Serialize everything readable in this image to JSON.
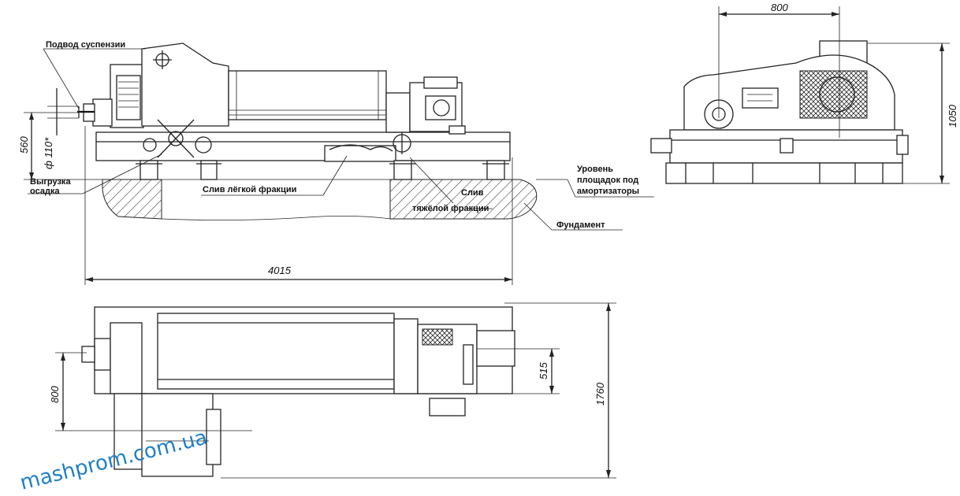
{
  "labels": {
    "suspension_feed": "Подвод суспензии",
    "sediment_unload_1": "Выгрузка",
    "sediment_unload_2": "осадка",
    "light_fraction_drain": "Слив лёгкой фракции",
    "heavy_fraction_drain_1": "Слив",
    "heavy_fraction_drain_2": "тяжёлой фракции",
    "level_1": "Уровень",
    "level_2": "площадок под",
    "level_3": "амортизаторы",
    "foundation": "Фундамент"
  },
  "dimensions": {
    "height_560": "560",
    "diameter_110": "ф 110*",
    "length_4015": "4015",
    "width_800_top": "800",
    "height_1050": "1050",
    "width_800_plan": "800",
    "dist_515": "515",
    "width_1760": "1760"
  },
  "watermark": "mashprom.com.ua",
  "colors": {
    "line": "#222222",
    "watermark": "#1e7fc8",
    "background": "#ffffff"
  }
}
